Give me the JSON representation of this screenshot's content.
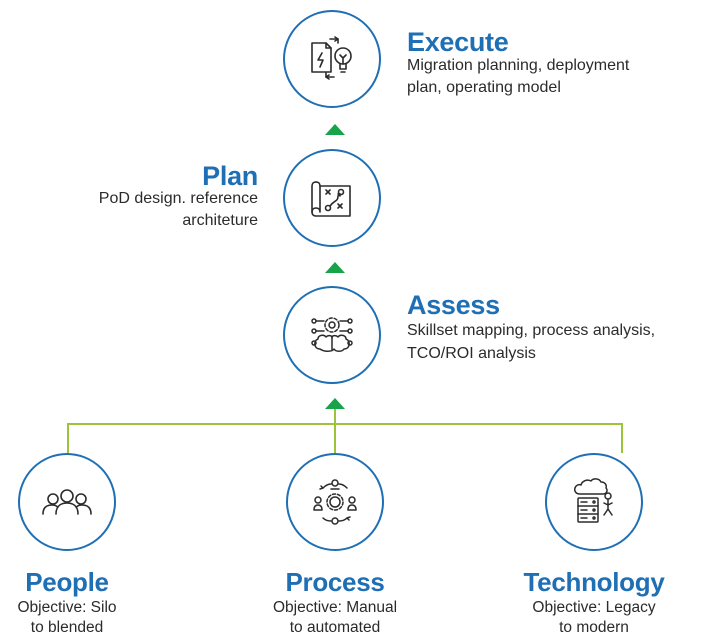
{
  "stages": [
    {
      "title": "Execute",
      "description_line1": "Migration planning, deployment",
      "description_line2": "plan, operating model",
      "icon": "document-lightbulb-icon"
    },
    {
      "title": "Plan",
      "description_line1": "PoD design. reference",
      "description_line2": "architeture",
      "icon": "strategy-map-icon"
    },
    {
      "title": "Assess",
      "description_line1": "Skillset mapping, process analysis,",
      "description_line2": "TCO/ROI analysis",
      "icon": "brain-gears-icon"
    }
  ],
  "pillars": [
    {
      "title": "People",
      "description_line1": "Objective: Silo",
      "description_line2": "to blended",
      "icon": "people-group-icon"
    },
    {
      "title": "Process",
      "description_line1": "Objective: Manual",
      "description_line2": "to automated",
      "icon": "process-cycle-icon"
    },
    {
      "title": "Technology",
      "description_line1": "Objective: Legacy",
      "description_line2": "to modern",
      "icon": "server-cloud-icon"
    }
  ],
  "colors": {
    "accent_blue": "#1f6fb5",
    "arrow_green": "#17a34a",
    "connector_green": "#9cc43a",
    "text": "#2b2b2b"
  }
}
